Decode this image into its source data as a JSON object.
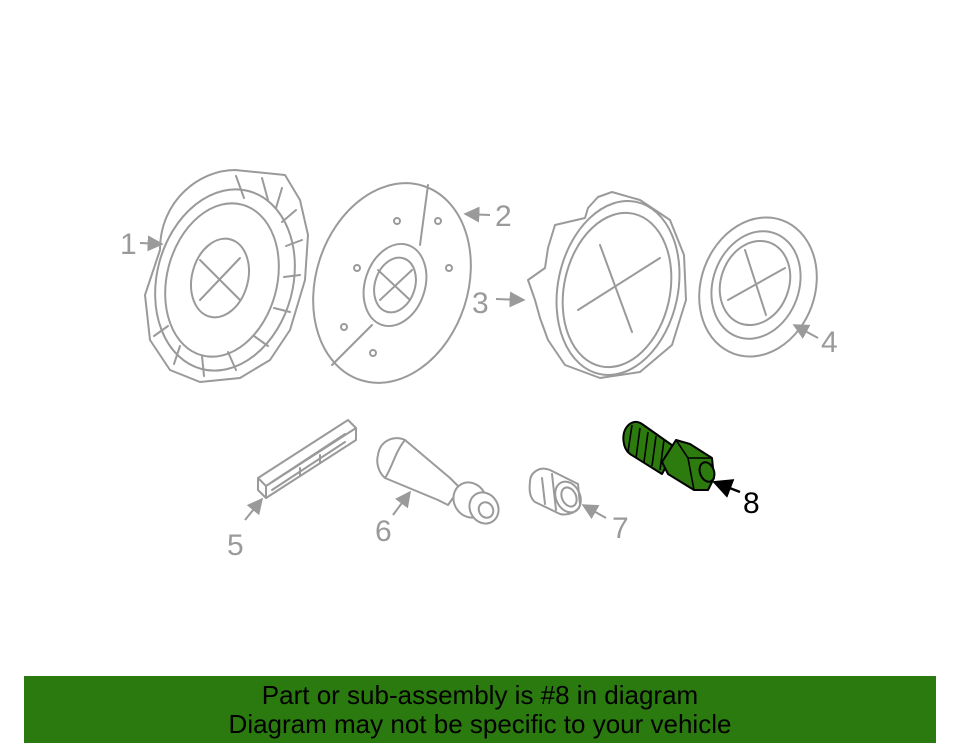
{
  "callouts": {
    "c1": "1",
    "c2": "2",
    "c3": "3",
    "c4": "4",
    "c5": "5",
    "c6": "6",
    "c7": "7",
    "c8": "8"
  },
  "highlighted_part": "8",
  "colors": {
    "highlight": "#2d7a0e",
    "banner": "#2a7a10",
    "line": "#9a9a9a"
  },
  "banner": {
    "line1": "Part or sub-assembly is #8 in diagram",
    "line2": "Diagram may not be specific to your vehicle"
  }
}
